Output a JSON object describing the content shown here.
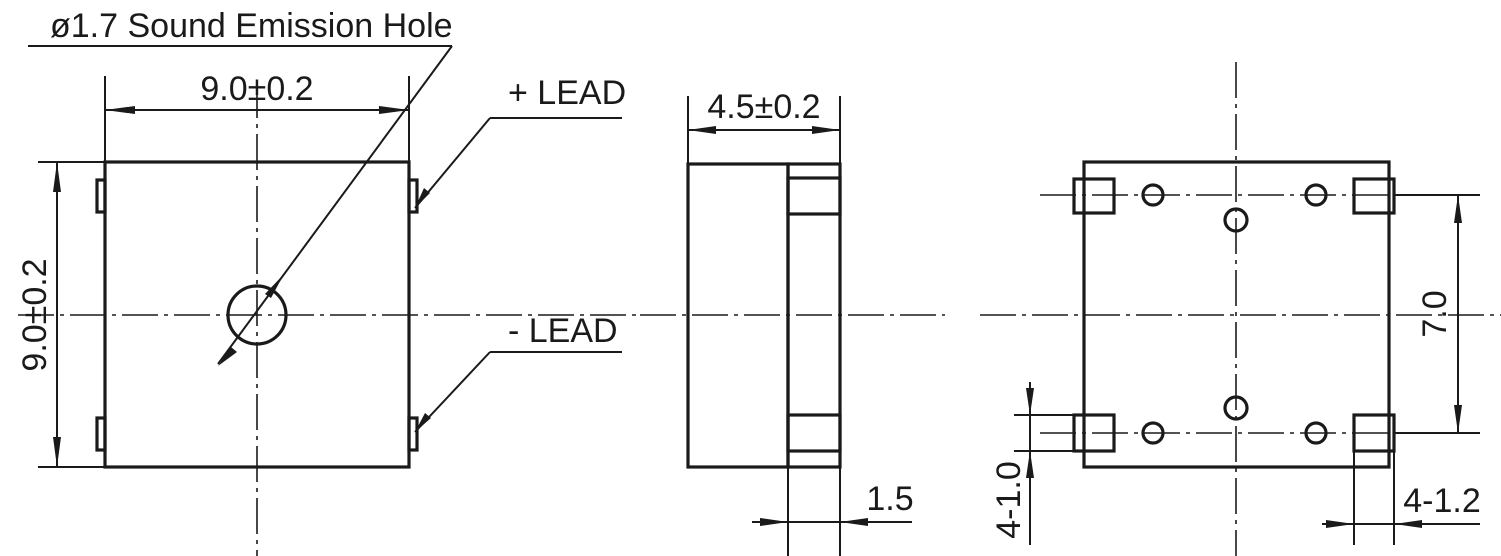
{
  "labels": {
    "hole_callout": "ø1.7 Sound Emission Hole",
    "width_dim": "9.0±0.2",
    "height_dim": "9.0±0.2",
    "plus_lead": "+ LEAD",
    "minus_lead": "- LEAD",
    "depth_dim": "4.5±0.2",
    "terminal_dim": "1.5",
    "pitch_dim": "7.0",
    "pad_height_dim": "4-1.0",
    "pad_width_dim": "4-1.2"
  }
}
